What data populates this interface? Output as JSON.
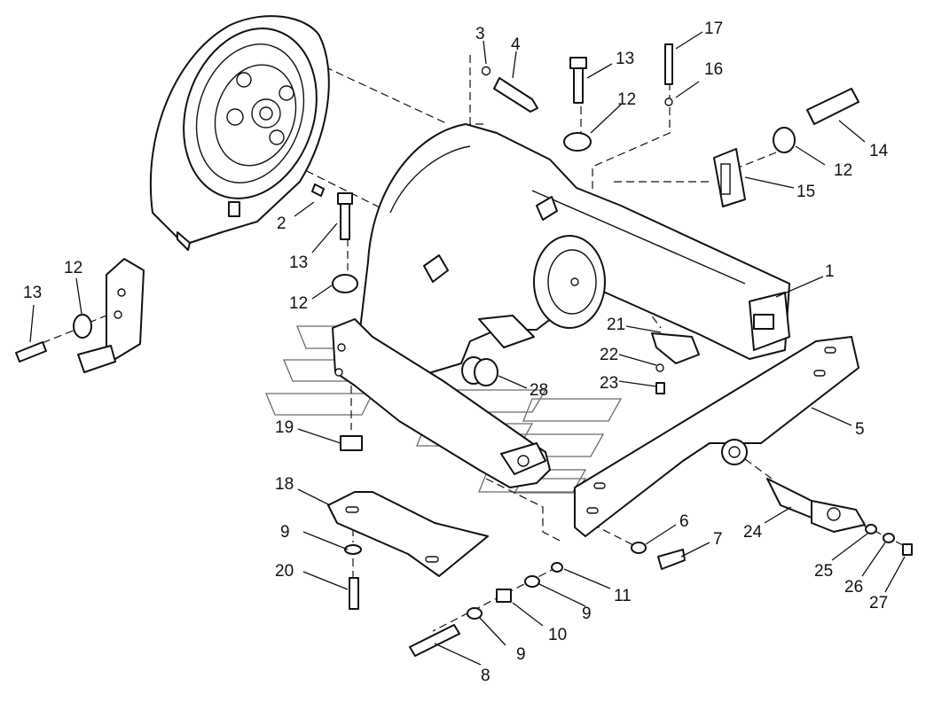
{
  "diagram": {
    "callouts": [
      {
        "id": "c3",
        "text": "3"
      },
      {
        "id": "c4",
        "text": "4"
      },
      {
        "id": "c13a",
        "text": "13"
      },
      {
        "id": "c17",
        "text": "17"
      },
      {
        "id": "c16",
        "text": "16"
      },
      {
        "id": "c12a",
        "text": "12"
      },
      {
        "id": "c14",
        "text": "14"
      },
      {
        "id": "c12b",
        "text": "12"
      },
      {
        "id": "c15",
        "text": "15"
      },
      {
        "id": "c2",
        "text": "2"
      },
      {
        "id": "c13b",
        "text": "13"
      },
      {
        "id": "c12c",
        "text": "12"
      },
      {
        "id": "c13c",
        "text": "13"
      },
      {
        "id": "c12d",
        "text": "12"
      },
      {
        "id": "c1",
        "text": "1"
      },
      {
        "id": "c21",
        "text": "21"
      },
      {
        "id": "c22",
        "text": "22"
      },
      {
        "id": "c23",
        "text": "23"
      },
      {
        "id": "c28",
        "text": "28"
      },
      {
        "id": "c5",
        "text": "5"
      },
      {
        "id": "c19",
        "text": "19"
      },
      {
        "id": "c18",
        "text": "18"
      },
      {
        "id": "c6",
        "text": "6"
      },
      {
        "id": "c7",
        "text": "7"
      },
      {
        "id": "c24",
        "text": "24"
      },
      {
        "id": "c9a",
        "text": "9"
      },
      {
        "id": "c20",
        "text": "20"
      },
      {
        "id": "c11",
        "text": "11"
      },
      {
        "id": "c9b",
        "text": "9"
      },
      {
        "id": "c10",
        "text": "10"
      },
      {
        "id": "c9c",
        "text": "9"
      },
      {
        "id": "c8",
        "text": "8"
      },
      {
        "id": "c25",
        "text": "25"
      },
      {
        "id": "c26",
        "text": "26"
      },
      {
        "id": "c27",
        "text": "27"
      }
    ],
    "colors": {
      "line": "#111111",
      "watermark": "#6a6a6a",
      "background": "#ffffff"
    }
  }
}
